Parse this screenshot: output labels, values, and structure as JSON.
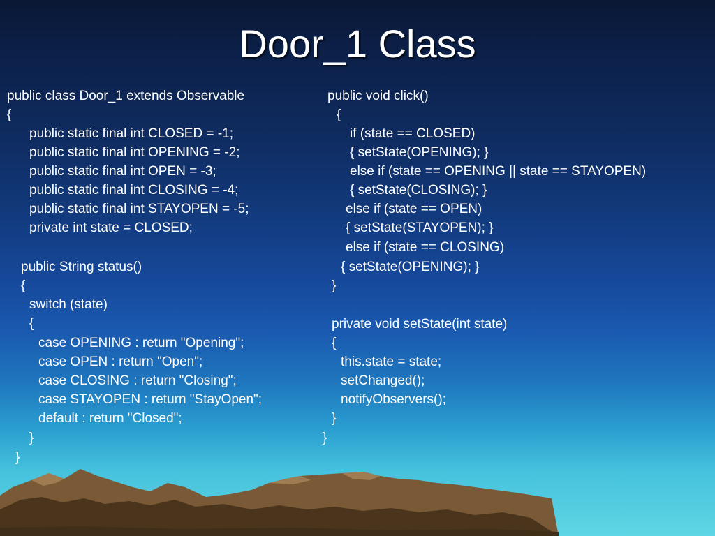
{
  "slide": {
    "title": "Door_1 Class"
  },
  "code": {
    "left_lines": [
      "public class Door_1 extends Observable",
      "{",
      "public static final int CLOSED = -1;",
      "public static final int OPENING = -2;",
      "public static final int OPEN = -3;",
      "public static final int CLOSING = -4;",
      "public static final int STAYOPEN = -5;",
      "private int state = CLOSED;",
      "public String status()",
      "{",
      "switch (state)",
      "{",
      "case OPENING : return \"Opening\";",
      "case OPEN : return \"Open\";",
      "case CLOSING : return \"Closing\";",
      "case STAYOPEN : return \"StayOpen\";",
      "default : return \"Closed\";",
      "}",
      "}"
    ],
    "right_lines": [
      "public void click()",
      "{",
      "if (state == CLOSED)",
      "{ setState(OPENING); }",
      "else if (state == OPENING || state == STAYOPEN)",
      "{ setState(CLOSING); }",
      "else if (state == OPEN)",
      "{ setState(STAYOPEN); }",
      "else if (state == CLOSING)",
      "{ setState(OPENING); }",
      "}",
      "private void setState(int state)",
      "{",
      "this.state = state;",
      "setChanged();",
      "notifyObservers();",
      "}",
      "}"
    ]
  }
}
